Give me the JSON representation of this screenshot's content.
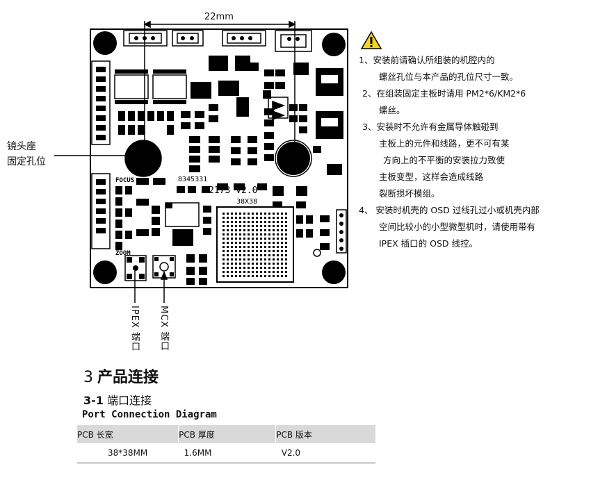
{
  "diagram": {
    "dimension_label": "22mm",
    "mount_hole_label_line1": "镜头座",
    "mount_hole_label_line2": "固定孔位",
    "pcb_silk": {
      "focus": "FOCUS",
      "zoom": "ZOOM",
      "part_number": "8345331",
      "model": "2173 V2.0",
      "size": "38X38"
    },
    "port_labels": {
      "ipex": "IPEX 端口",
      "mcx": "MCX 端口"
    }
  },
  "notes": {
    "warning_icon": "warning-triangle-icon",
    "items": [
      "1、安装前请确认所组装的机腔内的",
      "螺丝孔位与本产品的孔位尺寸一致。",
      "2、在组装固定主板时请用 PM2*6/KM2*6",
      "螺丝。",
      "3、安装时不允许有金属导体触碰到",
      "主板上的元件和线路，更不可有某",
      "方向上的不平衡的安装拉力致使",
      "主板变型，这样会造成线路",
      "裂断损坏模组。",
      "4、  安装时机壳的 OSD 过线孔过小或机壳内部",
      "空间比较小的小型微型机时，请使用带有",
      "IPEX 插口的 OSD 线控。"
    ]
  },
  "section": {
    "number": "3",
    "title": "产品连接",
    "sub_number": "3-1",
    "sub_title": "端口连接",
    "sub_title_en": "Port  Connection  Diagram"
  },
  "spec_table": {
    "headers": [
      "PCB 长宽",
      "PCB 厚度",
      "PCB 版本"
    ],
    "values": [
      "38*38MM",
      "1.6MM",
      "V2.0"
    ]
  }
}
